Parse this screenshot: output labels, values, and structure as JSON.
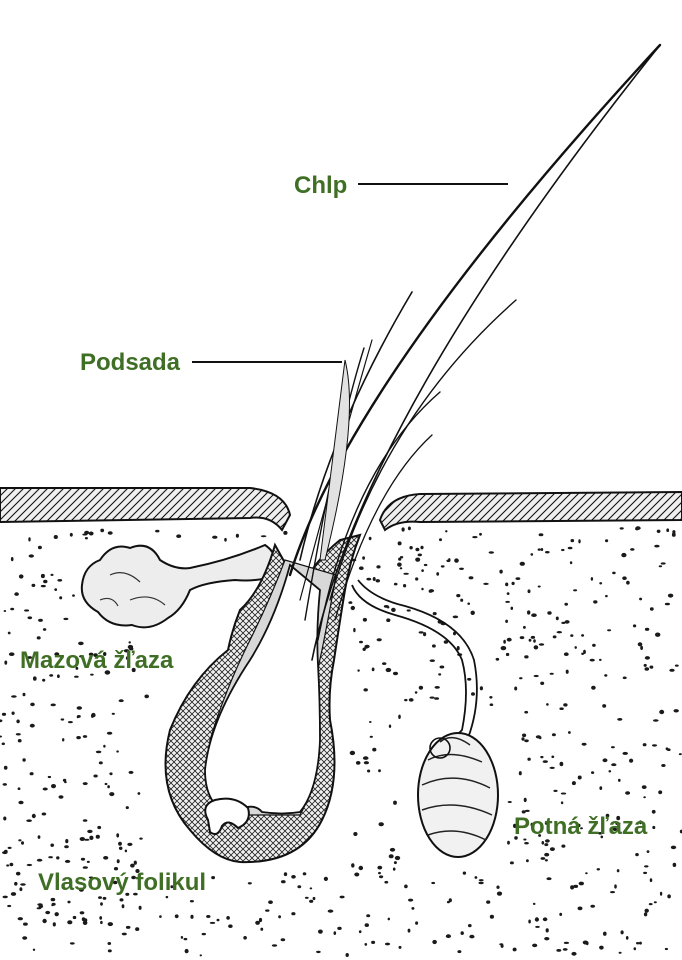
{
  "diagram": {
    "labels": {
      "hair": "Chlp",
      "undercoat": "Podsada",
      "sebaceous_gland": "Mazová žľaza",
      "hair_follicle": "Vlasový folikul",
      "sweat_gland": "Potná žľaza"
    },
    "colors": {
      "label_green": "#3f6e25",
      "ink": "#111111",
      "paper": "#ffffff",
      "shade": "#d8d8d8"
    }
  }
}
